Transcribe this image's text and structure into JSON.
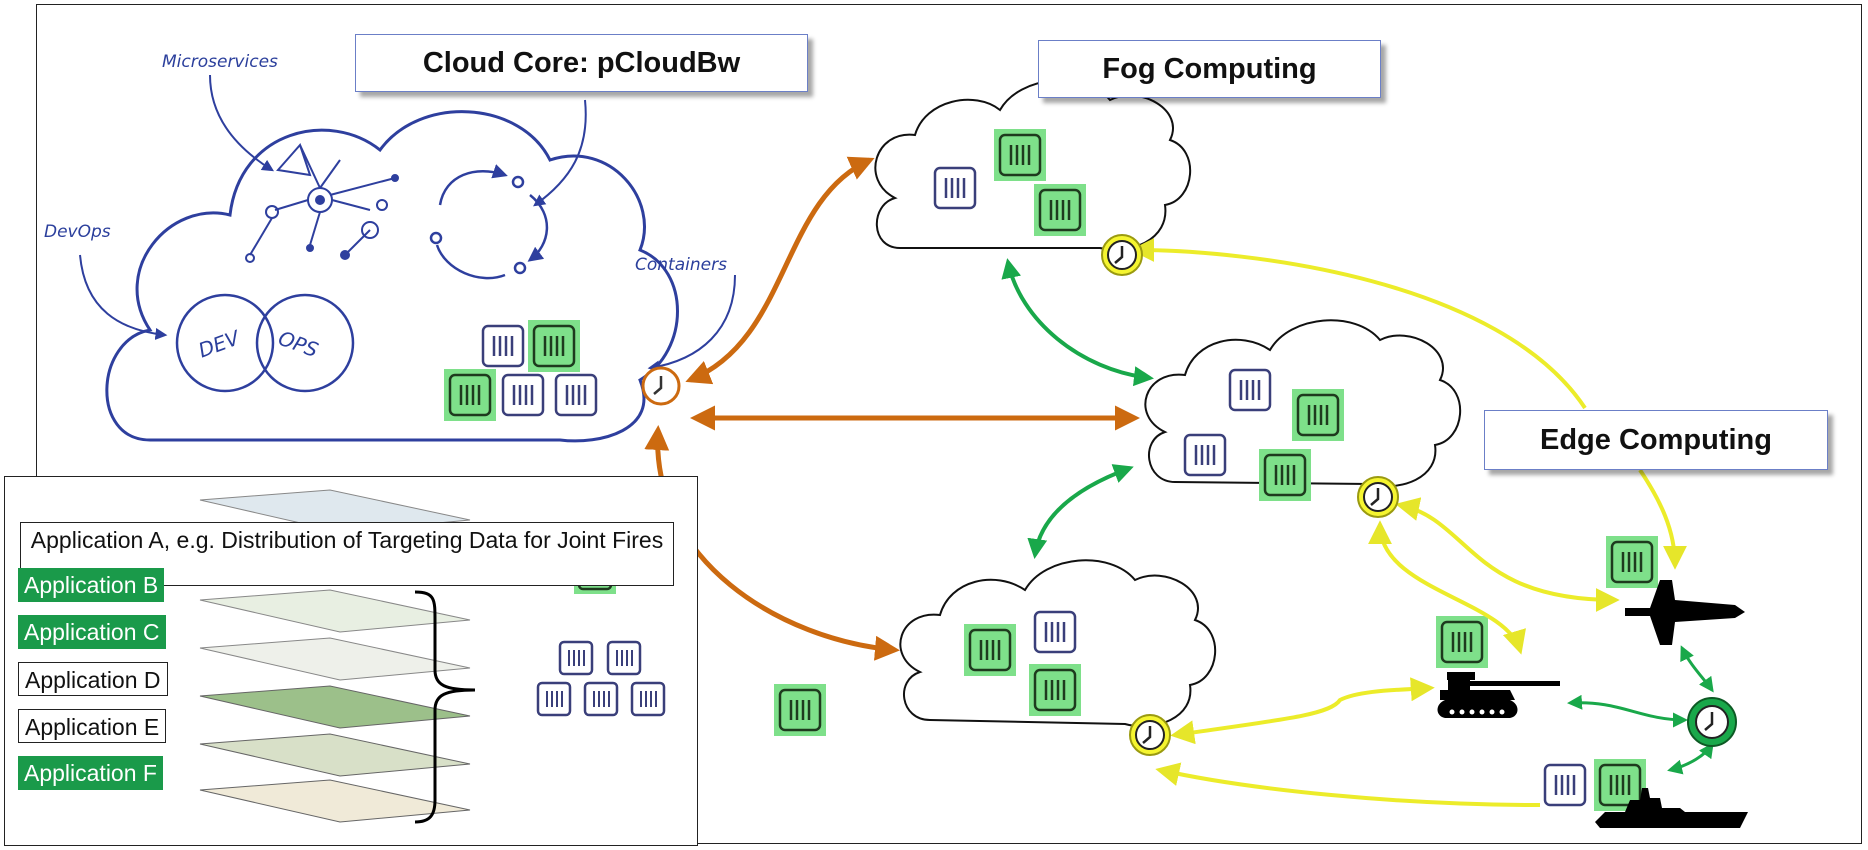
{
  "titles": {
    "cloud_core": "Cloud Core: pCloudBw",
    "fog": "Fog Computing",
    "edge": "Edge Computing"
  },
  "handwritten": {
    "microservices": "Microservices",
    "devops": "DevOps",
    "containers": "Containers",
    "dev": "DEV",
    "ops": "OPS"
  },
  "applications": {
    "a": "Application A, e.g. Distribution of Targeting Data for Joint Fires",
    "b": "Application B",
    "c": "Application C",
    "d": "Application D",
    "e": "Application E",
    "f": "Application F"
  },
  "colors": {
    "core_link": "#cc6a10",
    "fog_link": "#19a84a",
    "edge_link": "#ecec2a",
    "cloud_outline": "#2e3f9e",
    "container_green": "#7ee08a",
    "app_green": "#1a9a4a"
  },
  "icons": [
    "tank-icon",
    "fighter-jet-icon",
    "warship-icon",
    "clock-node-icon",
    "container-icon",
    "map-layers-icon"
  ]
}
